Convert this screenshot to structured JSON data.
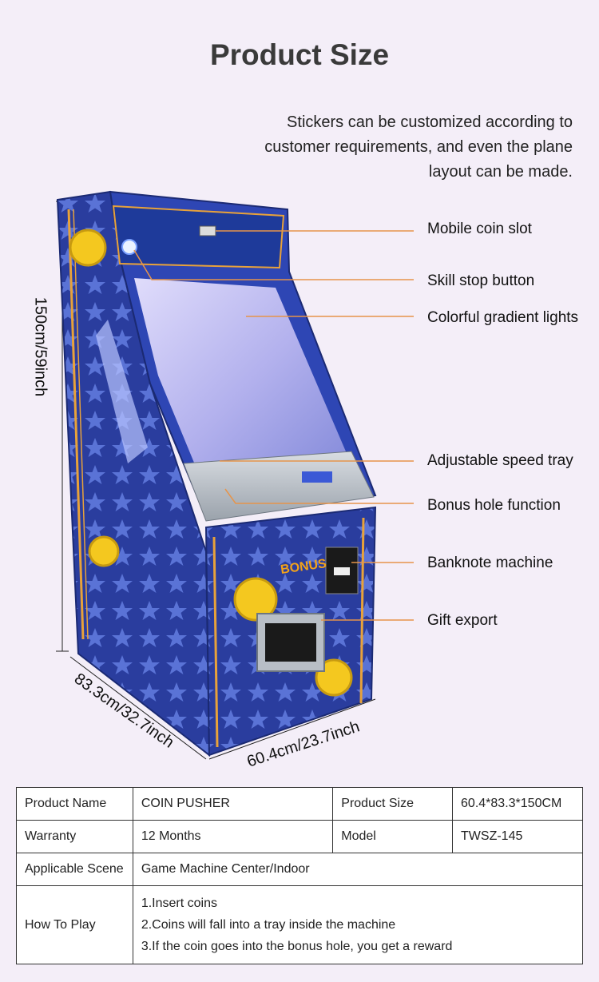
{
  "title": "Product Size",
  "description": "Stickers can be customized according to customer requirements, and even the plane layout can be made.",
  "callouts": [
    "Mobile coin slot",
    "Skill stop button",
    "Colorful gradient lights",
    "Adjustable speed tray",
    "Bonus hole function",
    "Banknote machine",
    "Gift export"
  ],
  "dimensions": {
    "height": "150cm/59inch",
    "depth": "83.3cm/32.7inch",
    "width": "60.4cm/23.7inch"
  },
  "machine_text": {
    "bonus": "BONUS"
  },
  "colors": {
    "cabinet": "#2a3d9e",
    "accent": "#e8a23a",
    "coin": "#f4c81f",
    "leader": "#e6944a"
  },
  "spec": {
    "product_name_label": "Product Name",
    "product_name": "COIN PUSHER",
    "product_size_label": "Product Size",
    "product_size": "60.4*83.3*150CM",
    "warranty_label": "Warranty",
    "warranty": "12 Months",
    "model_label": "Model",
    "model": "TWSZ-145",
    "scene_label": "Applicable Scene",
    "scene": "Game Machine Center/Indoor",
    "play_label": "How To Play",
    "play_steps": [
      "1.Insert coins",
      "2.Coins will fall into a tray inside the machine",
      "3.If the coin goes into the bonus hole, you get a reward"
    ]
  }
}
